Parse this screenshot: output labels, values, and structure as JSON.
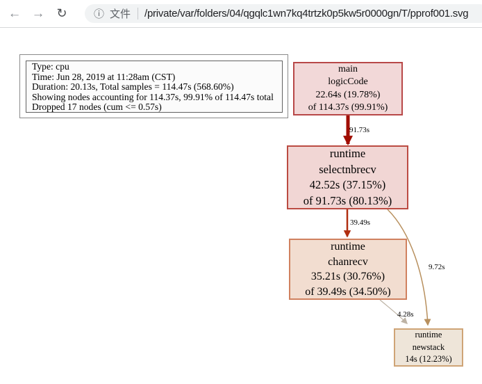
{
  "browser": {
    "back_icon": "←",
    "forward_icon": "→",
    "reload_icon": "↻",
    "info_icon": "ⓘ",
    "file_label": "文件",
    "url": "/private/var/folders/04/qgqlc1wn7kq4trtzk0p5kw5r0000gn/T/pprof001.svg"
  },
  "legend": {
    "lines": [
      "Type: cpu",
      "Time: Jun 28, 2019 at 11:28am (CST)",
      "Duration: 20.13s, Total samples = 114.47s (568.60%)",
      "Showing nodes accounting for 114.37s, 99.91% of 114.47s total",
      "Dropped 17 nodes (cum <= 0.57s)"
    ]
  },
  "graph": {
    "nodes": [
      {
        "id": "main-logicCode",
        "lines": [
          "main",
          "logicCode",
          "22.64s (19.78%)",
          "of 114.37s (99.91%)"
        ],
        "fill": "#f2d8d8",
        "stroke": "#b84848"
      },
      {
        "id": "runtime-selectnbrecv",
        "lines": [
          "runtime",
          "selectnbrecv",
          "42.52s (37.15%)",
          "of 91.73s (80.13%)"
        ],
        "fill": "#f1d6d4",
        "stroke": "#bb4b42"
      },
      {
        "id": "runtime-chanrecv",
        "lines": [
          "runtime",
          "chanrecv",
          "35.21s (30.76%)",
          "of 39.49s (34.50%)"
        ],
        "fill": "#f2ddd0",
        "stroke": "#d0815f"
      },
      {
        "id": "runtime-newstack",
        "lines": [
          "runtime",
          "newstack",
          "14s (12.23%)"
        ],
        "fill": "#eee5d9",
        "stroke": "#cfa476"
      }
    ],
    "edges": [
      {
        "from": "main-logicCode",
        "to": "runtime-selectnbrecv",
        "label": "91.73s",
        "color": "#a00d00"
      },
      {
        "from": "runtime-selectnbrecv",
        "to": "runtime-chanrecv",
        "label": "39.49s",
        "color": "#b02e10"
      },
      {
        "from": "runtime-selectnbrecv",
        "to": "runtime-newstack",
        "label": "9.72s",
        "color": "#b8905e"
      },
      {
        "from": "runtime-chanrecv",
        "to": "runtime-newstack",
        "label": "4.28s",
        "color": "#bdb3a5"
      }
    ]
  }
}
